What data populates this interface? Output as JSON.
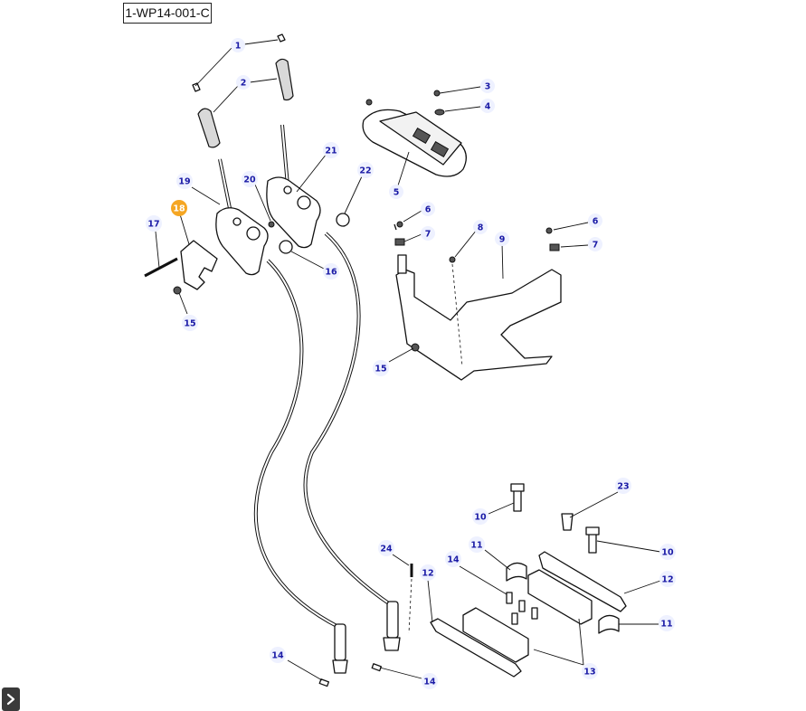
{
  "diagram": {
    "reference_code": "1-WP14-001-C",
    "highlighted_callout": "18",
    "callouts": [
      {
        "label": "1"
      },
      {
        "label": "2"
      },
      {
        "label": "3"
      },
      {
        "label": "4"
      },
      {
        "label": "5"
      },
      {
        "label": "6"
      },
      {
        "label": "7"
      },
      {
        "label": "8"
      },
      {
        "label": "9"
      },
      {
        "label": "6"
      },
      {
        "label": "7"
      },
      {
        "label": "21"
      },
      {
        "label": "22"
      },
      {
        "label": "19"
      },
      {
        "label": "20"
      },
      {
        "label": "18"
      },
      {
        "label": "17"
      },
      {
        "label": "16"
      },
      {
        "label": "15"
      },
      {
        "label": "15"
      },
      {
        "label": "23"
      },
      {
        "label": "10"
      },
      {
        "label": "10"
      },
      {
        "label": "11"
      },
      {
        "label": "14"
      },
      {
        "label": "24"
      },
      {
        "label": "12"
      },
      {
        "label": "12"
      },
      {
        "label": "11"
      },
      {
        "label": "13"
      },
      {
        "label": "14"
      },
      {
        "label": "14"
      }
    ]
  },
  "colors": {
    "callout_text": "#1a1aa6",
    "callout_bubble": "#eef1ff",
    "highlight": "#f5a623"
  },
  "controls": {
    "expand_icon": "chevron-right-icon"
  }
}
